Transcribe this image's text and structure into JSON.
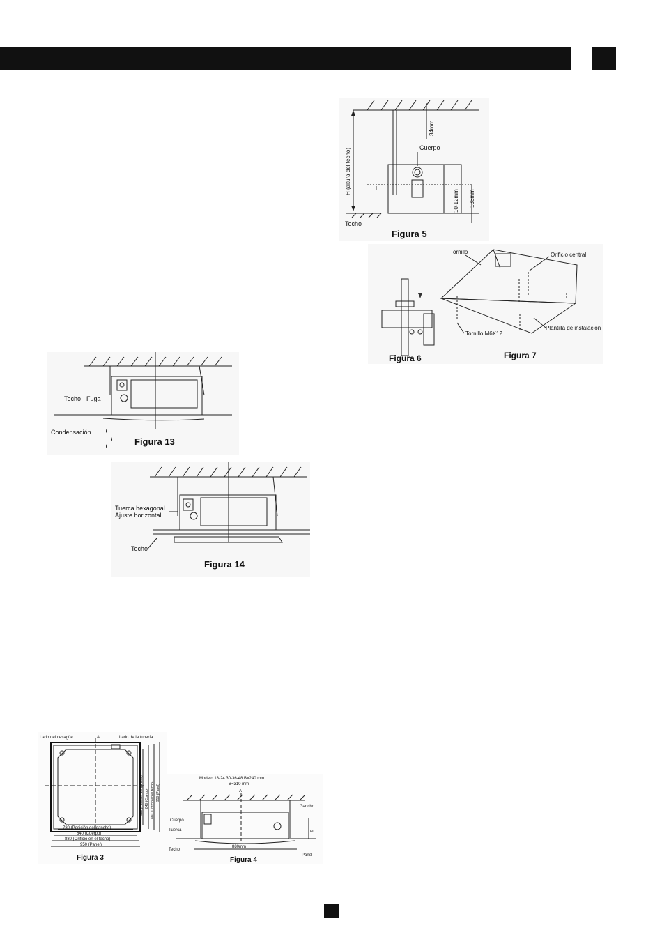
{
  "figure5": {
    "caption": "Figura 5",
    "label_cuerpo": "Cuerpo",
    "label_height": "H (altura del techo)",
    "label_34": "34mm",
    "label_10_12": "10-12mm",
    "label_136": "136mm",
    "label_techo": "Techo",
    "label_l": "L"
  },
  "figure6": {
    "caption": "Figura 6"
  },
  "figure7": {
    "caption": "Figura 7",
    "label_tornillo": "Tornillo",
    "label_orificio": "Orificio central",
    "label_plantilla": "Plantilla de instalación",
    "label_m6": "Tornillo M6X12"
  },
  "figure13": {
    "caption": "Figura 13",
    "label_techo": "Techo",
    "label_fuga": "Fuga",
    "label_condensacion": "Condensación"
  },
  "figure14": {
    "caption": "Figura 14",
    "label_tuerca": "Tuerca hexagonal",
    "label_ajuste": "Ajuste horizontal",
    "label_techo": "Techo"
  },
  "figure3": {
    "caption": "Figura 3",
    "label_desague": "Lado del desagüe",
    "label_a": "A",
    "label_tuberia": "Lado de la tubería",
    "dim_780": "780 (Posición del gancho)",
    "dim_840": "840 (Cuerpo)",
    "dim_880": "880 (Orificio en el techo)",
    "dim_950": "950 (Panel)",
    "vdim_680": "680 (Posición del gancho)",
    "vdim_840": "840 (Cuerpo)",
    "vdim_880": "880 (Orificio en el techo)",
    "vdim_950": "950 (Panel)"
  },
  "figure4": {
    "caption": "Figura 4",
    "model_line1": "Modelo 18-24  30-36-48 B=240 mm",
    "model_line2": "B=310 mm",
    "label_a": "A",
    "label_cuerpo": "Cuerpo",
    "label_tuerca": "Tuerca",
    "label_techo": "Techo",
    "label_gancho": "Gancho",
    "label_panel": "Panel",
    "dim_880": "880mm",
    "dim_60": "60"
  }
}
